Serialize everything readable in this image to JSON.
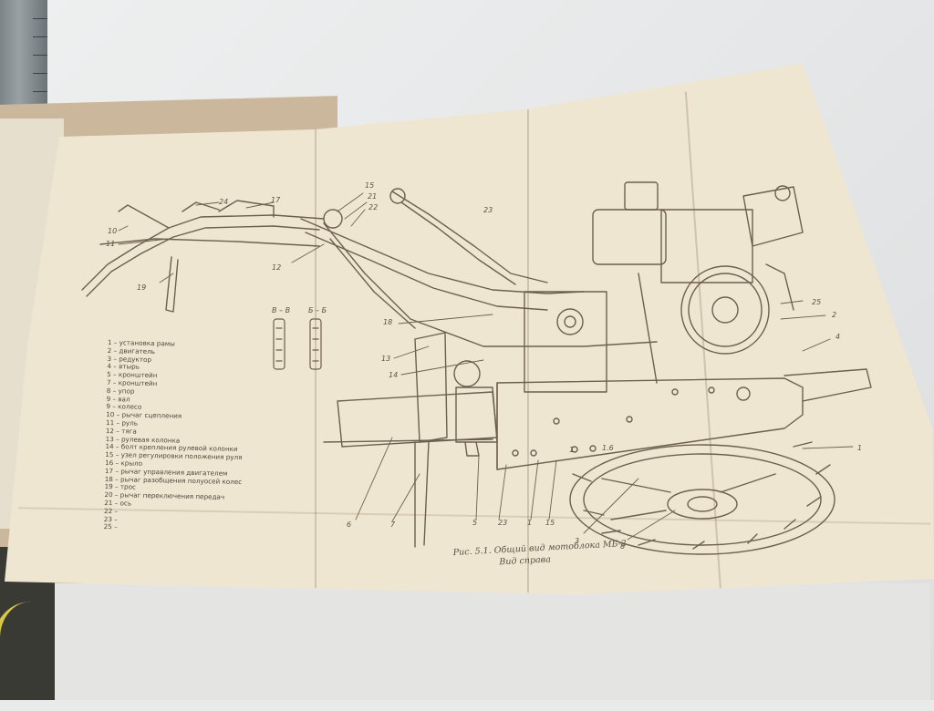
{
  "legend": {
    "items": [
      "1 – установка рамы",
      "2 – двигатель",
      "3 – редуктор",
      "4 – втырь",
      "5 – кронштейн",
      "7 – кронштейн",
      "8 – упор",
      "9 – вал",
      "9 – колесо",
      "10 – рычаг сцепления",
      "11 – руль",
      "12 – тяга",
      "13 – рулевая колонка",
      "14 – болт крепления рулевой колонки",
      "15 – узел регулировки положения руля",
      "16 – крыло",
      "17 – рычаг управления двигателем",
      "18 – рычаг разобщения полуосей колес",
      "19 – трос",
      "20 – рычаг переключения передач",
      "21 – ось",
      "22 –",
      "23 –",
      "25 –"
    ]
  },
  "caption": {
    "line1": "Рис. 5.1. Общий вид мотоблока МБ-2",
    "line2": "Вид справа"
  },
  "section_labels": [
    "В – В",
    "Б – Б"
  ],
  "callouts": [
    "10",
    "24",
    "17",
    "15",
    "21",
    "22",
    "23",
    "11",
    "12",
    "19",
    "18",
    "13",
    "14",
    "25",
    "2",
    "4",
    "1",
    "6",
    "7",
    "5",
    "23",
    "15",
    "3",
    "8",
    "1",
    "1",
    "1.6"
  ]
}
